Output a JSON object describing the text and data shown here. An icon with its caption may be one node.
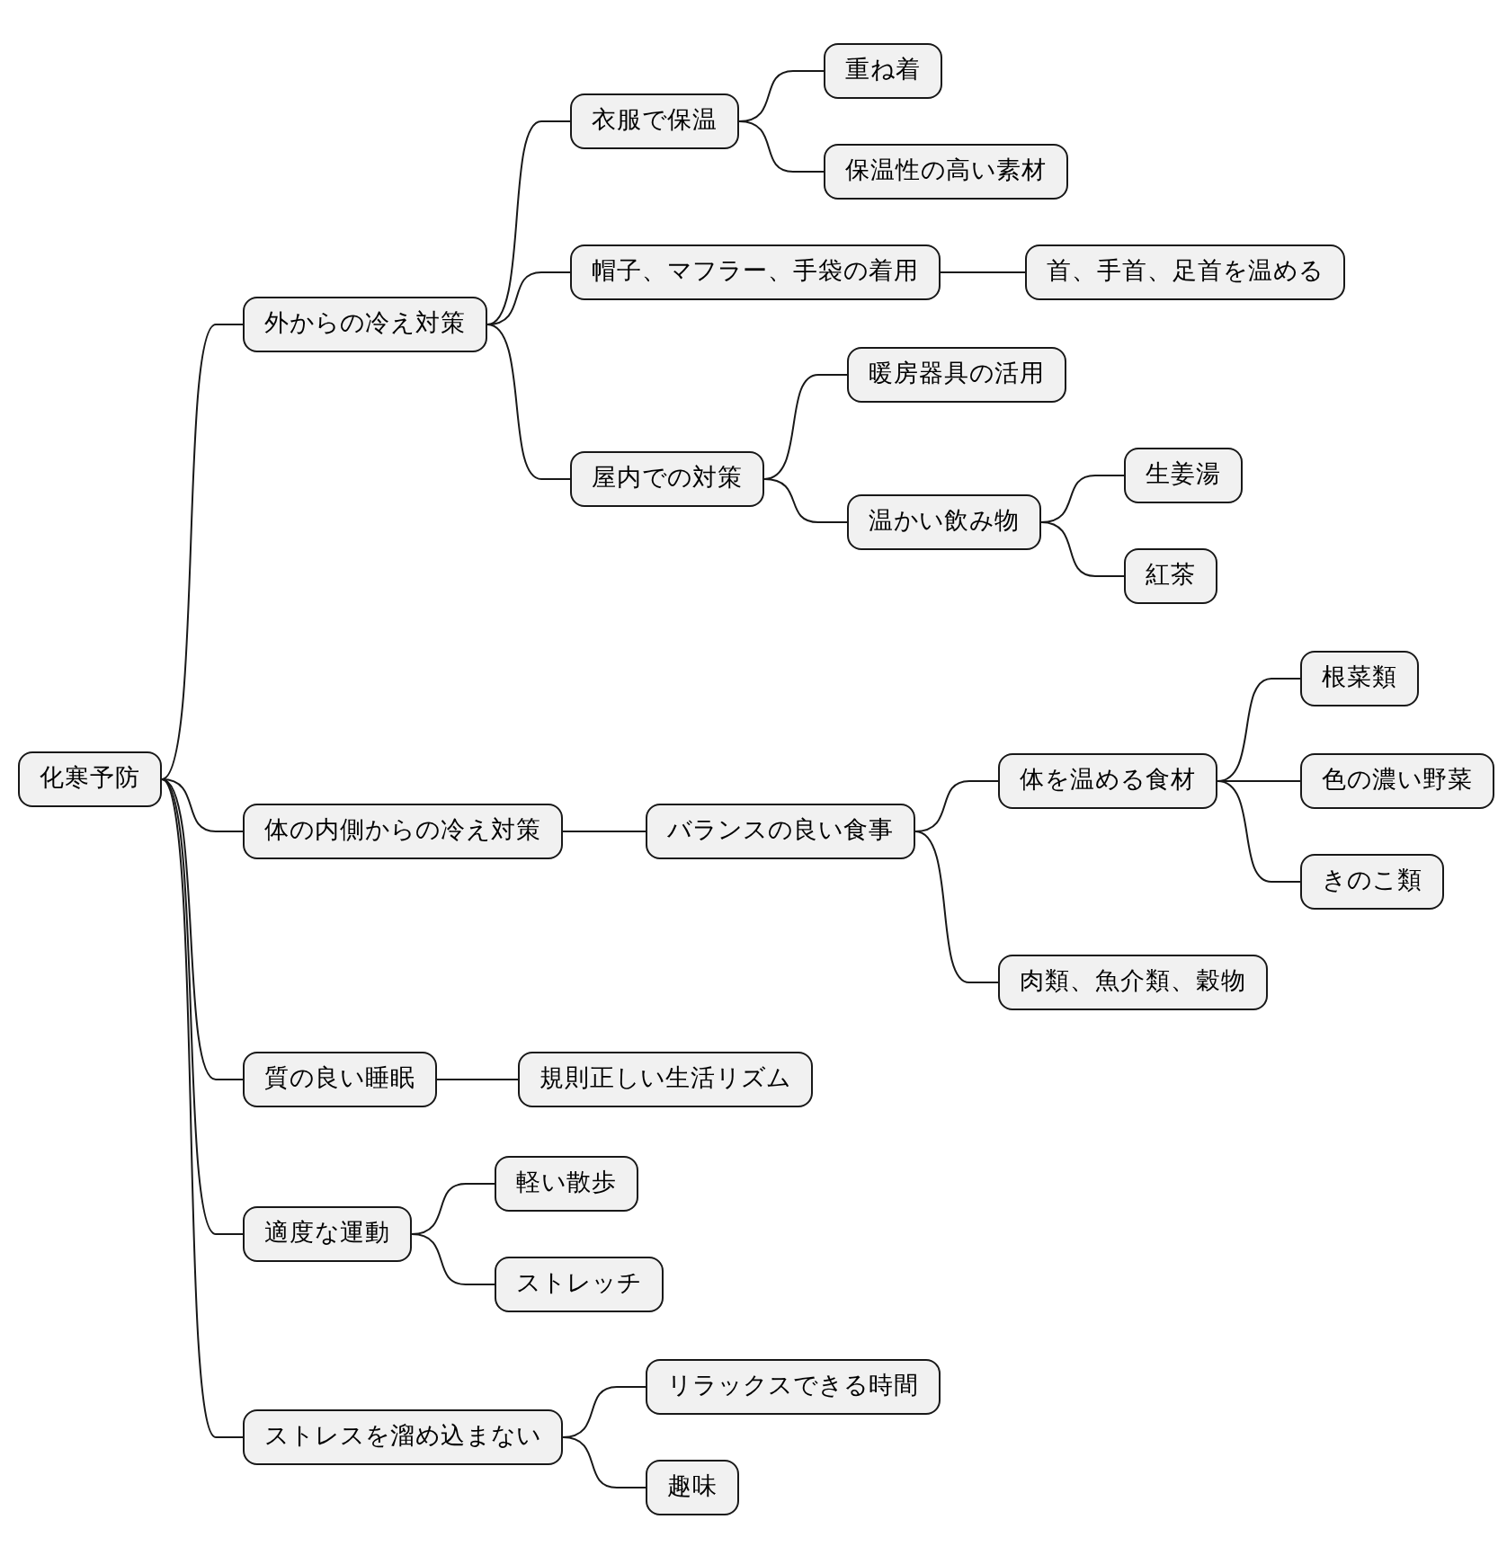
{
  "diagram": {
    "nodes": [
      {
        "text": [
          "化寒予防"
        ]
      },
      {
        "text": [
          "外からの冷え対策"
        ]
      },
      {
        "text": [
          "衣服で保温"
        ]
      },
      {
        "text": [
          "重ね着"
        ]
      },
      {
        "text": [
          "保温性の高い素材"
        ]
      },
      {
        "text": [
          "帽子、マフラー、手袋の着用"
        ]
      },
      {
        "text": [
          "首、手首、足首を温める"
        ]
      },
      {
        "text": [
          "屋内での対策"
        ]
      },
      {
        "text": [
          "暖房器具の活用"
        ]
      },
      {
        "text": [
          "温かい飲み物"
        ]
      },
      {
        "text": [
          "生姜湯"
        ]
      },
      {
        "text": [
          "紅茶"
        ]
      },
      {
        "text": [
          "体の内側からの冷え対策"
        ]
      },
      {
        "text": [
          "バランスの良い食事"
        ]
      },
      {
        "text": [
          "体を温める食材"
        ]
      },
      {
        "text": [
          "根菜類"
        ]
      },
      {
        "text": [
          "色の濃い野菜"
        ]
      },
      {
        "text": [
          "きのこ類"
        ]
      },
      {
        "text": [
          "肉類、魚介類、穀物"
        ]
      },
      {
        "text": [
          "質の良い睡眠"
        ]
      },
      {
        "text": [
          "規則正しい生活リズム"
        ]
      },
      {
        "text": [
          "適度な運動"
        ]
      },
      {
        "text": [
          "軽い散歩"
        ]
      },
      {
        "text": [
          "ストレッチ"
        ]
      },
      {
        "text": [
          "ストレスを溜め込まない"
        ]
      },
      {
        "text": [
          "リラックスできる時間"
        ]
      },
      {
        "text": [
          "趣味"
        ]
      }
    ],
    "edges": [
      {
        "from": 0,
        "to": 1,
        "arrow": "none"
      },
      {
        "from": 1,
        "to": 2,
        "arrow": "none"
      },
      {
        "from": 2,
        "to": 3,
        "arrow": "none"
      },
      {
        "from": 2,
        "to": 4,
        "arrow": "none"
      },
      {
        "from": 1,
        "to": 5,
        "arrow": "none"
      },
      {
        "from": 5,
        "to": 6,
        "arrow": "none"
      },
      {
        "from": 1,
        "to": 7,
        "arrow": "none"
      },
      {
        "from": 7,
        "to": 8,
        "arrow": "none"
      },
      {
        "from": 7,
        "to": 9,
        "arrow": "none"
      },
      {
        "from": 9,
        "to": 10,
        "arrow": "none"
      },
      {
        "from": 9,
        "to": 11,
        "arrow": "none"
      },
      {
        "from": 0,
        "to": 12,
        "arrow": "none"
      },
      {
        "from": 12,
        "to": 13,
        "arrow": "none"
      },
      {
        "from": 13,
        "to": 14,
        "arrow": "none"
      },
      {
        "from": 14,
        "to": 15,
        "arrow": "none"
      },
      {
        "from": 14,
        "to": 16,
        "arrow": "none"
      },
      {
        "from": 14,
        "to": 17,
        "arrow": "none"
      },
      {
        "from": 13,
        "to": 18,
        "arrow": "none"
      },
      {
        "from": 0,
        "to": 19,
        "arrow": "none"
      },
      {
        "from": 19,
        "to": 20,
        "arrow": "none"
      },
      {
        "from": 0,
        "to": 21,
        "arrow": "none"
      },
      {
        "from": 21,
        "to": 22,
        "arrow": "none"
      },
      {
        "from": 21,
        "to": 23,
        "arrow": "none"
      },
      {
        "from": 0,
        "to": 24,
        "arrow": "none"
      },
      {
        "from": 24,
        "to": 25,
        "arrow": "none"
      },
      {
        "from": 24,
        "to": 26,
        "arrow": "none"
      }
    ]
  }
}
